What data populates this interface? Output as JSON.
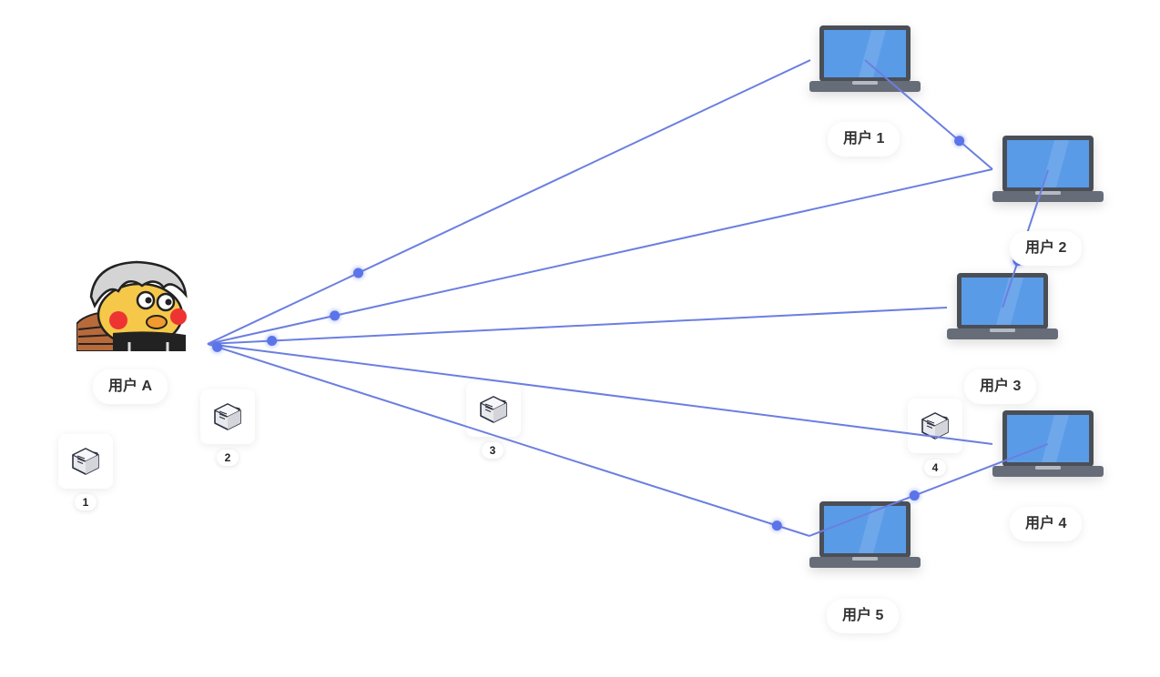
{
  "colors": {
    "link": "#6b7fe0",
    "dot": "#5b74ea",
    "screen": "#5a9be8",
    "frame": "#4a4f57",
    "base": "#676d78"
  },
  "source": {
    "label": "用户 A",
    "avatar_icon": "duck-avatar-icon"
  },
  "users": [
    {
      "id": "u1",
      "label": "用户 1"
    },
    {
      "id": "u2",
      "label": "用户 2"
    },
    {
      "id": "u3",
      "label": "用户 3"
    },
    {
      "id": "u4",
      "label": "用户 4"
    },
    {
      "id": "u5",
      "label": "用户 5"
    }
  ],
  "packets": [
    {
      "number": "1",
      "icon": "data-package-icon"
    },
    {
      "number": "2",
      "icon": "data-package-icon"
    },
    {
      "number": "3",
      "icon": "data-package-icon"
    },
    {
      "number": "4",
      "icon": "data-package-icon"
    }
  ],
  "links": [
    {
      "from": "A",
      "to": "u1"
    },
    {
      "from": "A",
      "to": "u2"
    },
    {
      "from": "A",
      "to": "u3"
    },
    {
      "from": "A",
      "to": "u4"
    },
    {
      "from": "A",
      "to": "u5"
    },
    {
      "from": "u1",
      "to": "u2"
    },
    {
      "from": "u2",
      "to": "u3"
    },
    {
      "from": "u5",
      "to": "u4"
    }
  ]
}
